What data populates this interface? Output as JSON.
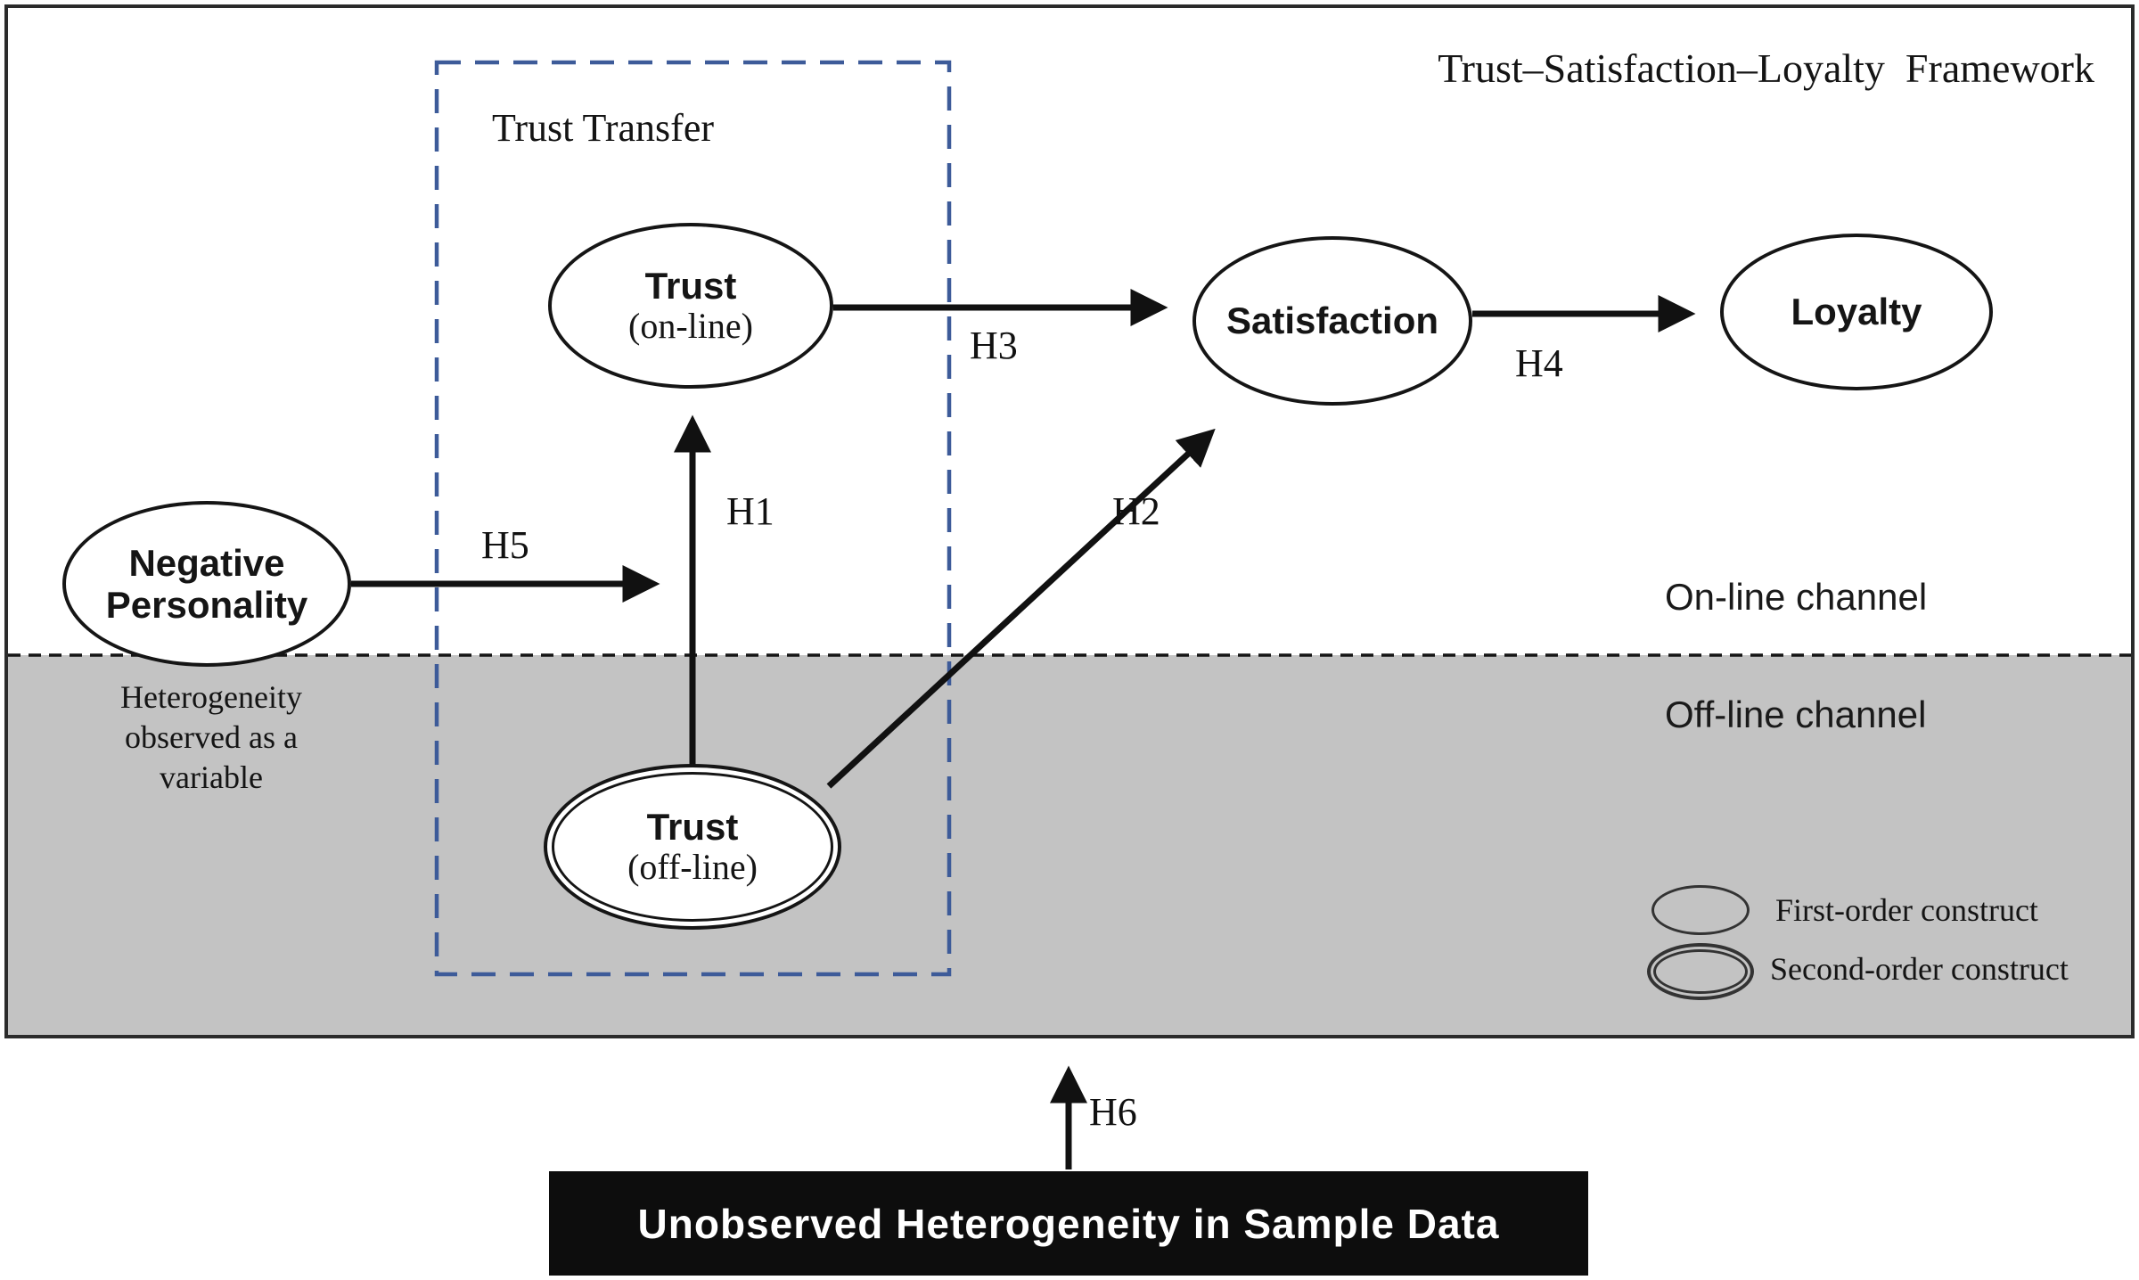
{
  "diagram": {
    "title": "Trust–Satisfaction–Loyalty  Framework",
    "trust_transfer_label": "Trust Transfer",
    "channels": {
      "online": "On-line channel",
      "offline": "Off-line channel"
    },
    "note_lines": [
      "Heterogeneity",
      "observed as a",
      "variable"
    ],
    "nodes": {
      "trust_online": {
        "title": "Trust",
        "subtitle": "(on-line)"
      },
      "satisfaction": {
        "title": "Satisfaction"
      },
      "loyalty": {
        "title": "Loyalty"
      },
      "negative_personality": {
        "title": "Negative Personality"
      },
      "trust_offline": {
        "title": "Trust",
        "subtitle": "(off-line)"
      }
    },
    "hypotheses": {
      "h1": "H1",
      "h2": "H2",
      "h3": "H3",
      "h4": "H4",
      "h5": "H5",
      "h6": "H6"
    },
    "legend": {
      "first_order": "First-order construct",
      "second_order": "Second-order construct"
    },
    "unobserved_box_label": "Unobserved Heterogeneity in Sample Data",
    "colors": {
      "dashed_box_blue": "#3d5b99",
      "offline_region_gray": "#c3c3c3",
      "line_black": "#111111",
      "unobserved_box_bg": "#0d0d0d"
    }
  }
}
